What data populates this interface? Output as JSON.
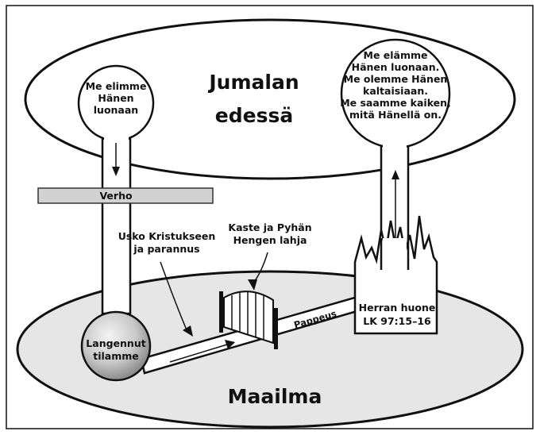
{
  "heaven": {
    "line1": "Jumalan",
    "line2": "edessä"
  },
  "world": {
    "label": "Maailma"
  },
  "premortal": {
    "lines": [
      "Me elimme",
      "Hänen",
      "luonaan"
    ]
  },
  "exaltation": {
    "lines": [
      "Me elämme",
      "Hänen luonaan.",
      "Me olemme Hänen",
      "kaltaisiaan.",
      "Me saamme kaiken,",
      "mitä Hänellä on."
    ]
  },
  "veil": {
    "label": "Verho"
  },
  "faith": {
    "lines": [
      "Usko Kristukseen",
      "ja parannus"
    ]
  },
  "baptism": {
    "lines": [
      "Kaste ja Pyhän",
      "Hengen lahja"
    ]
  },
  "fallen": {
    "lines": [
      "Langennut",
      "tilamme"
    ]
  },
  "path": {
    "label": "Pappeus"
  },
  "temple": {
    "lines": [
      "Herran huone",
      "LK 97:15–16"
    ]
  },
  "colors": {
    "ellipse_fill": "#e6e6e6",
    "veil_fill": "#d2d2d2",
    "stroke": "#111111"
  }
}
